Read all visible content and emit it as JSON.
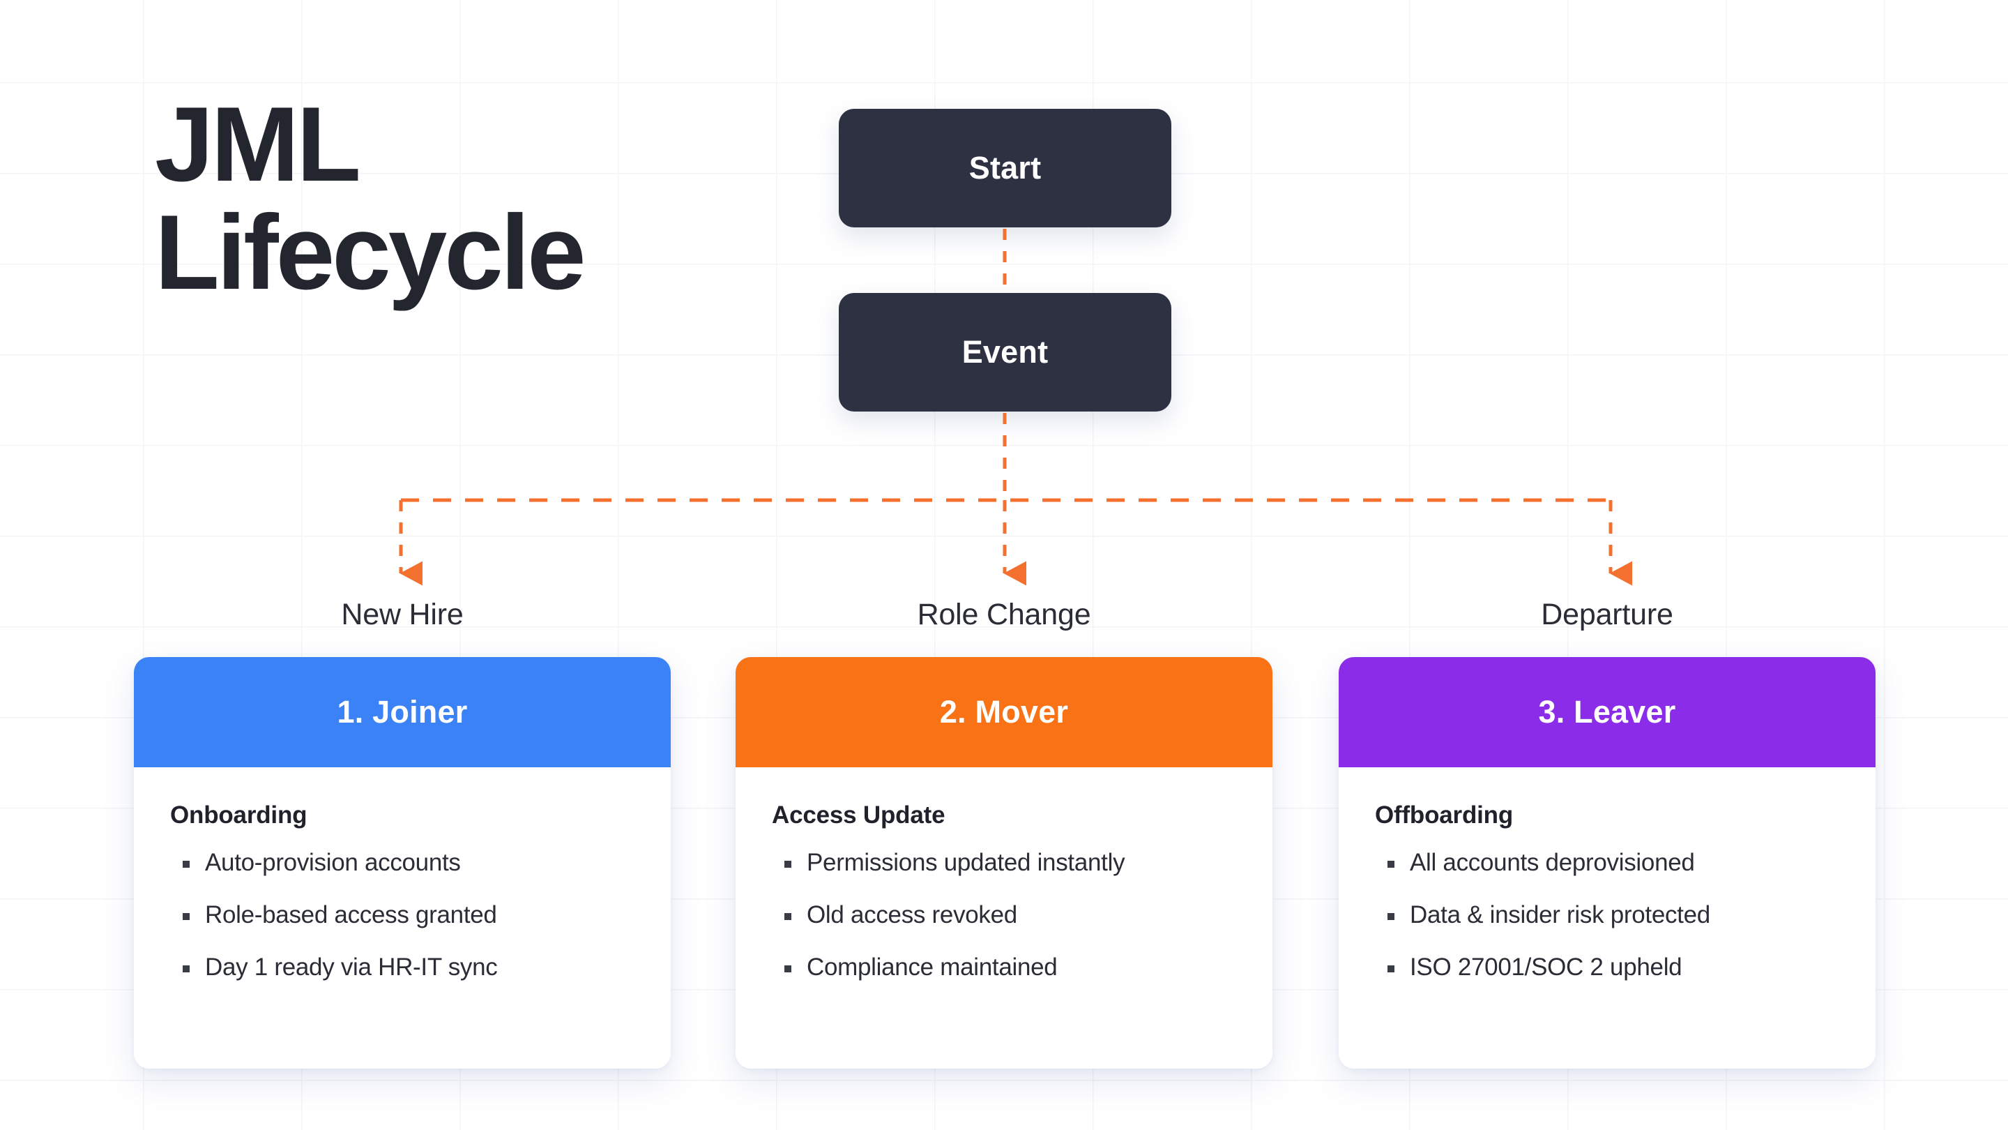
{
  "title": {
    "line1": "JML",
    "line2": "Lifecycle"
  },
  "flow": {
    "start_label": "Start",
    "event_label": "Event",
    "node_color": "#2d3142",
    "connector_color": "#f4702e"
  },
  "branches": [
    {
      "label": "New Hire"
    },
    {
      "label": "Role Change"
    },
    {
      "label": "Departure"
    }
  ],
  "cards": [
    {
      "header": "1. Joiner",
      "header_color": "#3b82f6",
      "subtitle": "Onboarding",
      "bullets": [
        "Auto-provision accounts",
        "Role-based access granted",
        "Day 1 ready via HR-IT sync"
      ]
    },
    {
      "header": "2. Mover",
      "header_color": "#f97316",
      "subtitle": "Access Update",
      "bullets": [
        "Permissions updated instantly",
        "Old access revoked",
        "Compliance maintained"
      ]
    },
    {
      "header": "3. Leaver",
      "header_color": "#8b2ce8",
      "subtitle": "Offboarding",
      "bullets": [
        "All accounts deprovisioned",
        "Data & insider risk protected",
        "ISO 27001/SOC 2 upheld"
      ]
    }
  ]
}
